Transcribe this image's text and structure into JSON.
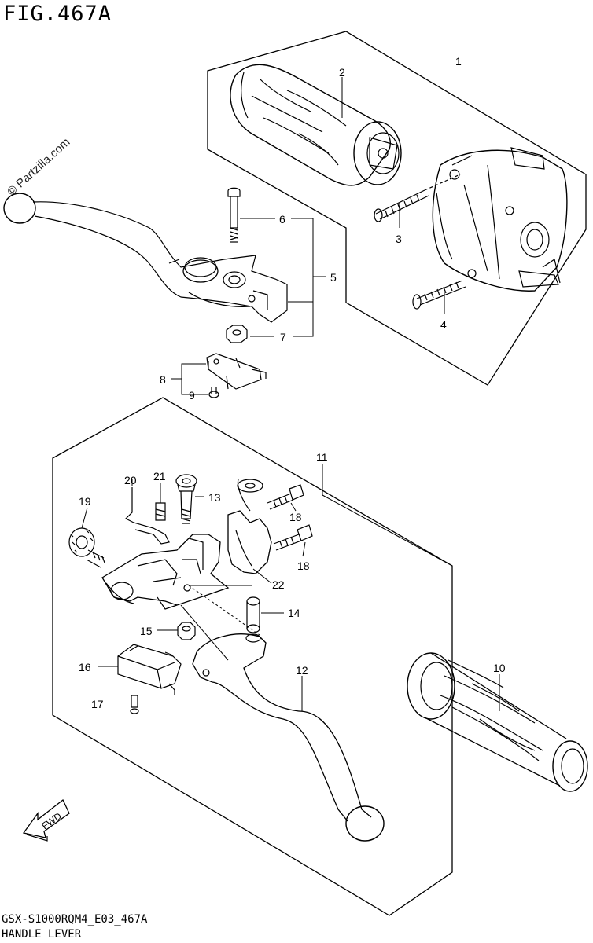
{
  "figure": {
    "title": "FIG.467A",
    "footer_code": "GSX-S1000RQM4_E03_467A",
    "footer_name": "HANDLE LEVER",
    "watermark": "© Partzilla.com",
    "direction_label": "FWD"
  },
  "callouts": [
    "1",
    "2",
    "3",
    "4",
    "5",
    "6",
    "7",
    "8",
    "9",
    "10",
    "11",
    "12",
    "13",
    "14",
    "15",
    "16",
    "17",
    "18",
    "18",
    "19",
    "20",
    "21",
    "22"
  ],
  "colors": {
    "line": "#000000",
    "background": "#ffffff"
  }
}
